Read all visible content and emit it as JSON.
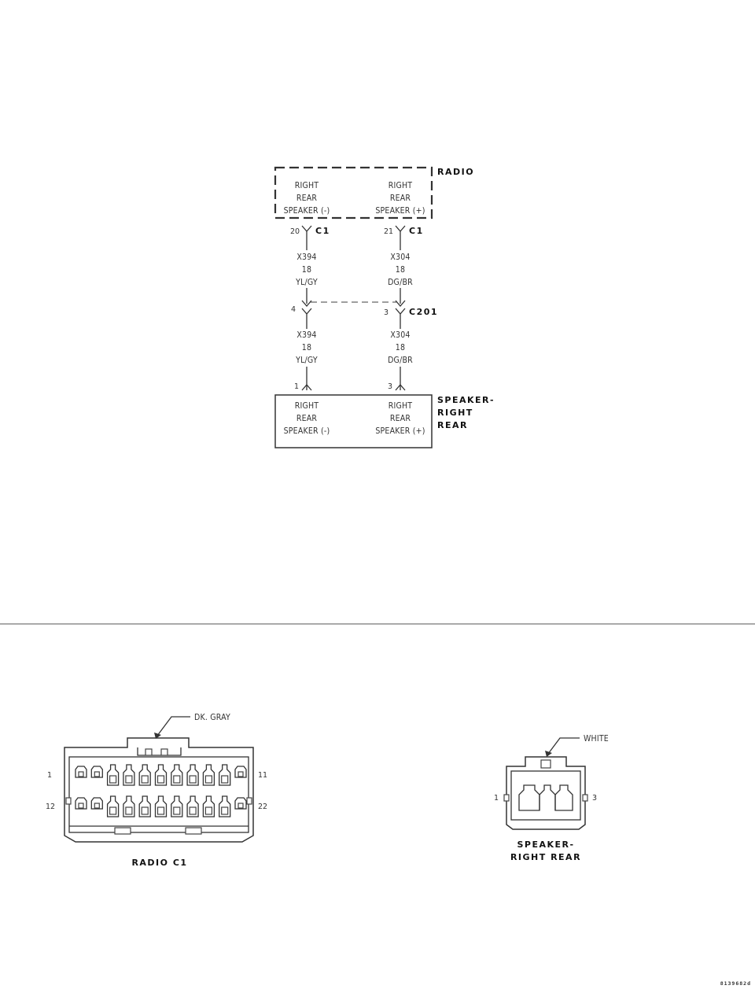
{
  "schematic": {
    "radio": {
      "title": "RADIO",
      "left": [
        "RIGHT",
        "REAR",
        "SPEAKER (-)"
      ],
      "right": [
        "RIGHT",
        "REAR",
        "SPEAKER (+)"
      ],
      "left_pin": "20",
      "right_pin": "21",
      "connector": "C1"
    },
    "wire_upper": {
      "left": [
        "X394",
        "18",
        "YL/GY"
      ],
      "right": [
        "X304",
        "18",
        "DG/BR"
      ]
    },
    "inline": {
      "left_pin": "4",
      "right_pin": "3",
      "connector": "C201"
    },
    "wire_lower": {
      "left": [
        "X394",
        "18",
        "YL/GY"
      ],
      "right": [
        "X304",
        "18",
        "DG/BR"
      ]
    },
    "speaker": {
      "title": [
        "SPEAKER-",
        "RIGHT",
        "REAR"
      ],
      "left": [
        "RIGHT",
        "REAR",
        "SPEAKER (-)"
      ],
      "right": [
        "RIGHT",
        "REAR",
        "SPEAKER (+)"
      ],
      "left_pin": "1",
      "right_pin": "3"
    }
  },
  "connectors": {
    "radio_c1": {
      "color": "DK. GRAY",
      "pin_tl": "1",
      "pin_tr": "11",
      "pin_bl": "12",
      "pin_br": "22",
      "label": "RADIO C1"
    },
    "speaker_conn": {
      "color": "WHITE",
      "pin_l": "1",
      "pin_r": "3",
      "label": [
        "SPEAKER-",
        "RIGHT REAR"
      ]
    }
  },
  "figure_id": "8139682d"
}
